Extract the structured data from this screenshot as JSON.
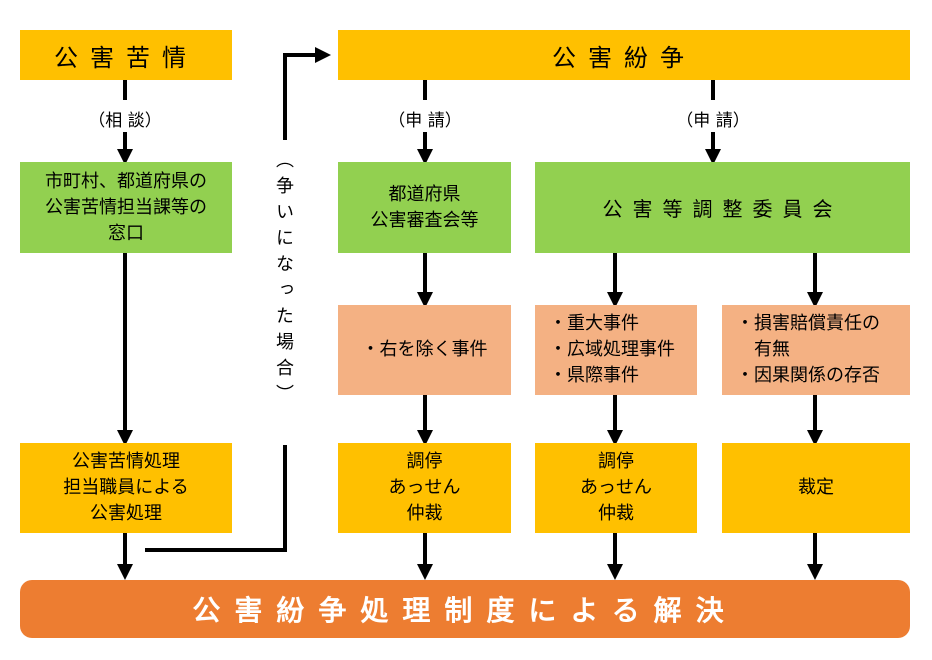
{
  "top_left": {
    "title": "公害苦情",
    "consult": "（相 談）"
  },
  "top_right": {
    "title": "公害紛争",
    "apply_left": "（申 請）",
    "apply_right": "（申 請）"
  },
  "municipal_window": {
    "lines": [
      "市町村、都道府県の",
      "公害苦情担当課等の",
      "窓口"
    ]
  },
  "staff_processing": {
    "lines": [
      "公害苦情処理",
      "担当職員による",
      "公害処理"
    ]
  },
  "dispute_note": "（争いになった場合）",
  "prefectural_committee": {
    "lines": [
      "都道府県",
      "公害審査会等"
    ]
  },
  "coordination_committee": {
    "title": "公害等調整委員会"
  },
  "case_boxes": {
    "except_right": [
      "・右を除く事件"
    ],
    "major": [
      "・重大事件",
      "・広域処理事件",
      "・県際事件"
    ],
    "liability": [
      "・損害賠償責任の",
      "　有無",
      "・因果関係の存否"
    ]
  },
  "outcomes": {
    "prefectural": [
      "調停",
      "あっせん",
      "仲裁"
    ],
    "coordination_major": [
      "調停",
      "あっせん",
      "仲裁"
    ],
    "coordination_ruling": [
      "裁定"
    ]
  },
  "resolution": "公害紛争処理制度による解決",
  "colors": {
    "orange": "#ffc000",
    "green": "#92d050",
    "pink": "#f4b183",
    "red": "#ed7d31",
    "arrow": "#000000"
  }
}
